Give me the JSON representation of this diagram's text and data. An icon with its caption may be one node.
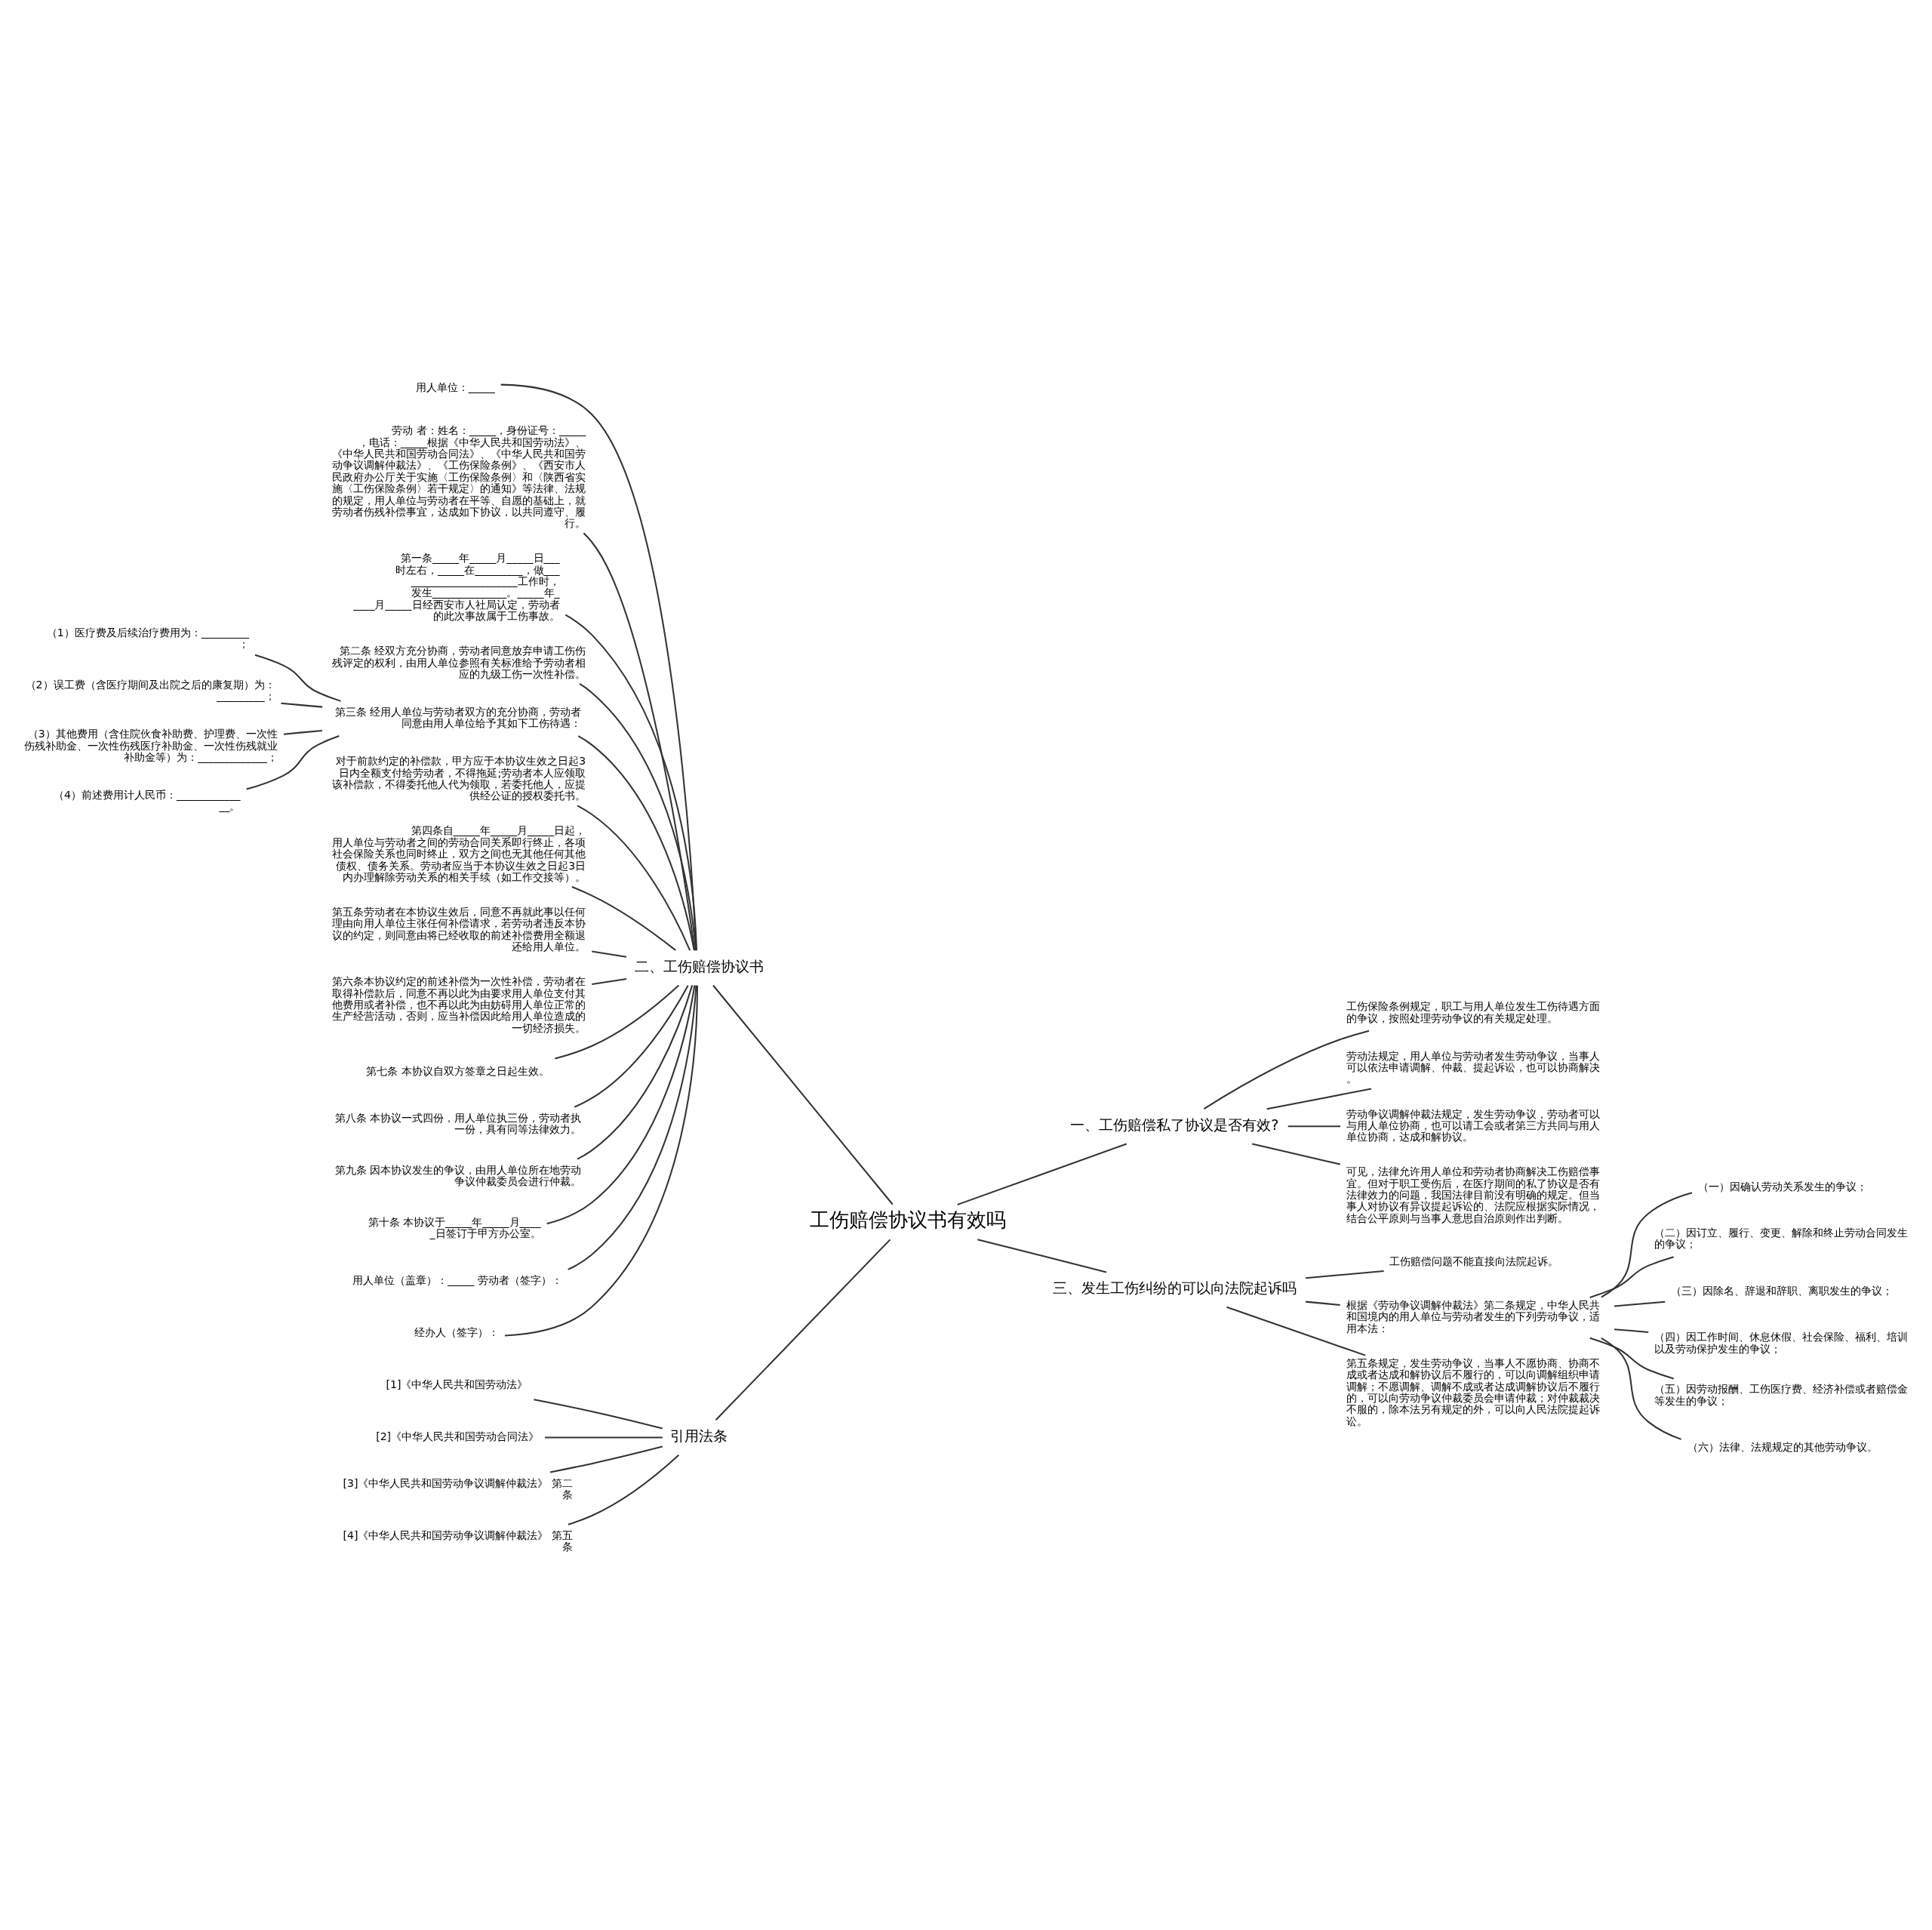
{
  "diagram": {
    "nodes": [
      {
        "text": [
          "工伤赔偿协议书有效吗"
        ]
      },
      {
        "text": [
          "二、工伤赔偿协议书"
        ]
      },
      {
        "text": [
          "用人单位：_____"
        ]
      },
      {
        "text": [
          "劳动 者：姓名：_____，身份证号：_____，电话：_____根据《中华人民共和国劳动法》、《中华人民共和国劳动合同法》、《中华人民共和国劳动争议调解仲裁法》、《工伤保险条例》、《西安市人民政府办公厅关于实施〈工伤保险条例〉和〈陕西省实施〈工伤保险条例〉若干规定〉的通知》等法律、法规的规定，用人单位与劳动者在平等、自愿的基础上，就劳动者伤残补偿事宜，达成如下协议，以共同遵守、履行。"
        ]
      },
      {
        "text": [
          "第一条_____年_____月_____日___时左右，_____在_________，做_______________________工作时，发生______________。_____年_____月_____日经西安市人社局认定，劳动者的此次事故属于工伤事故。"
        ]
      },
      {
        "text": [
          "第二条 经双方充分协商，劳动者同意放弃申请工伤伤残评定的权利，由用人单位参照有关标准给予劳动者相应的九级工伤一次性补偿。"
        ]
      },
      {
        "text": [
          "第三条 经用人单位与劳动者双方的充分协商，劳动者同意由用人单位给予其如下工伤待遇："
        ]
      },
      {
        "text": [
          "（1）医疗费及后续治疗费用为：_________；"
        ]
      },
      {
        "text": [
          "（2）误工费（含医疗期间及出院之后的康复期）为：_________；"
        ]
      },
      {
        "text": [
          "（3）其他费用（含住院伙食补助费、护理费、一次性伤残补助金、一次性伤残医疗补助金、一次性伤残就业补助金等）为：_____________；"
        ]
      },
      {
        "text": [
          "（4）前述费用计人民币：______________。"
        ]
      },
      {
        "text": [
          "对于前款约定的补偿款，甲方应于本协议生效之日起3日内全额支付给劳动者，不得拖延;劳动者本人应领取该补偿款，不得委托他人代为领取，若委托他人，应提供经公证的授权委托书。"
        ]
      },
      {
        "text": [
          "第四条自_____年_____月_____日起，用人单位与劳动者之间的劳动合同关系即行终止，各项社会保险关系也同时终止，双方之间也无其他任何其他债权、债务关系。劳动者应当于本协议生效之日起3日内办理解除劳动关系的相关手续（如工作交接等）。"
        ]
      },
      {
        "text": [
          "第五条劳动者在本协议生效后，同意不再就此事以任何理由向用人单位主张任何补偿请求，若劳动者违反本协议的约定，则同意由将已经收取的前述补偿费用全额退还给用人单位。"
        ]
      },
      {
        "text": [
          "第六条本协议约定的前述补偿为一次性补偿，劳动者在取得补偿款后，同意不再以此为由要求用人单位支付其他费用或者补偿，也不再以此为由妨碍用人单位正常的生产经营活动，否则，应当补偿因此给用人单位造成的一切经济损失。"
        ]
      },
      {
        "text": [
          "第七条 本协议自双方签章之日起生效。"
        ]
      },
      {
        "text": [
          "第八条 本协议一式四份，用人单位执三份，劳动者执一份，具有同等法律效力。"
        ]
      },
      {
        "text": [
          "第九条 因本协议发生的争议，由用人单位所在地劳动争议仲裁委员会进行仲裁。"
        ]
      },
      {
        "text": [
          "第十条 本协议于_____年_____月_____日签订于甲方办公室。"
        ]
      },
      {
        "text": [
          "用人单位（盖章）：_____ 劳动者（签字）："
        ]
      },
      {
        "text": [
          "经办人（签字）："
        ]
      },
      {
        "text": [
          "引用法条"
        ]
      },
      {
        "text": [
          "[1]《中华人民共和国劳动法》"
        ]
      },
      {
        "text": [
          "[2]《中华人民共和国劳动合同法》"
        ]
      },
      {
        "text": [
          "[3]《中华人民共和国劳动争议调解仲裁法》 第二条"
        ]
      },
      {
        "text": [
          "[4]《中华人民共和国劳动争议调解仲裁法》 第五条"
        ]
      },
      {
        "text": [
          "一、工伤赔偿私了协议是否有效?"
        ]
      },
      {
        "text": [
          "工伤保险条例规定，职工与用人单位发生工伤待遇方面的争议，按照处理劳动争议的有关规定处理。"
        ]
      },
      {
        "text": [
          "劳动法规定，用人单位与劳动者发生劳动争议，当事人可以依法申请调解、仲裁、提起诉讼，也可以协商解决。"
        ]
      },
      {
        "text": [
          "劳动争议调解仲裁法规定，发生劳动争议，劳动者可以与用人单位协商，也可以请工会或者第三方共同与用人单位协商，达成和解协议。"
        ]
      },
      {
        "text": [
          "可见，法律允许用人单位和劳动者协商解决工伤赔偿事宜。但对于职工受伤后，在医疗期间的私了协议是否有法律效力的问题，我国法律目前没有明确的规定。但当事人对协议有异议提起诉讼的、法院应根据实际情况，结合公平原则与当事人意思自治原则作出判断。"
        ]
      },
      {
        "text": [
          "三、发生工伤纠纷的可以向法院起诉吗"
        ]
      },
      {
        "text": [
          "工伤赔偿问题不能直接向法院起诉。"
        ]
      },
      {
        "text": [
          "根据《劳动争议调解仲裁法》第二条规定，中华人民共和国境内的用人单位与劳动者发生的下列劳动争议，适用本法："
        ]
      },
      {
        "text": [
          "（一）因确认劳动关系发生的争议；"
        ]
      },
      {
        "text": [
          "（二）因订立、履行、变更、解除和终止劳动合同发生的争议；"
        ]
      },
      {
        "text": [
          "（三）因除名、辞退和辞职、离职发生的争议；"
        ]
      },
      {
        "text": [
          "（四）因工作时间、休息休假、社会保险、福利、培训以及劳动保护发生的争议；"
        ]
      },
      {
        "text": [
          "（五）因劳动报酬、工伤医疗费、经济补偿或者赔偿金等发生的争议；"
        ]
      },
      {
        "text": [
          "（六）法律、法规规定的其他劳动争议。"
        ]
      },
      {
        "text": [
          "第五条规定，发生劳动争议，当事人不愿协商、协商不成或者达成和解协议后不履行的，可以向调解组织申请调解；不愿调解、调解不成或者达成调解协议后不履行的，可以向劳动争议仲裁委员会申请仲裁；对仲裁裁决不服的，除本法另有规定的外，可以向人民法院提起诉讼。"
        ]
      }
    ],
    "edges": [
      {
        "from": 0,
        "to": 1,
        "arrow": "none"
      },
      {
        "from": 1,
        "to": 2,
        "arrow": "none"
      },
      {
        "from": 1,
        "to": 3,
        "arrow": "none"
      },
      {
        "from": 1,
        "to": 4,
        "arrow": "none"
      },
      {
        "from": 1,
        "to": 5,
        "arrow": "none"
      },
      {
        "from": 1,
        "to": 6,
        "arrow": "none"
      },
      {
        "from": 6,
        "to": 7,
        "arrow": "none"
      },
      {
        "from": 6,
        "to": 8,
        "arrow": "none"
      },
      {
        "from": 6,
        "to": 9,
        "arrow": "none"
      },
      {
        "from": 6,
        "to": 10,
        "arrow": "none"
      },
      {
        "from": 1,
        "to": 11,
        "arrow": "none"
      },
      {
        "from": 1,
        "to": 12,
        "arrow": "none"
      },
      {
        "from": 1,
        "to": 13,
        "arrow": "none"
      },
      {
        "from": 1,
        "to": 14,
        "arrow": "none"
      },
      {
        "from": 1,
        "to": 15,
        "arrow": "none"
      },
      {
        "from": 1,
        "to": 16,
        "arrow": "none"
      },
      {
        "from": 1,
        "to": 17,
        "arrow": "none"
      },
      {
        "from": 1,
        "to": 18,
        "arrow": "none"
      },
      {
        "from": 1,
        "to": 19,
        "arrow": "none"
      },
      {
        "from": 1,
        "to": 20,
        "arrow": "none"
      },
      {
        "from": 0,
        "to": 21,
        "arrow": "none"
      },
      {
        "from": 21,
        "to": 22,
        "arrow": "none"
      },
      {
        "from": 21,
        "to": 23,
        "arrow": "none"
      },
      {
        "from": 21,
        "to": 24,
        "arrow": "none"
      },
      {
        "from": 21,
        "to": 25,
        "arrow": "none"
      },
      {
        "from": 0,
        "to": 26,
        "arrow": "none"
      },
      {
        "from": 26,
        "to": 27,
        "arrow": "none"
      },
      {
        "from": 26,
        "to": 28,
        "arrow": "none"
      },
      {
        "from": 26,
        "to": 29,
        "arrow": "none"
      },
      {
        "from": 26,
        "to": 30,
        "arrow": "none"
      },
      {
        "from": 0,
        "to": 31,
        "arrow": "none"
      },
      {
        "from": 31,
        "to": 32,
        "arrow": "none"
      },
      {
        "from": 31,
        "to": 33,
        "arrow": "none"
      },
      {
        "from": 33,
        "to": 34,
        "arrow": "none"
      },
      {
        "from": 33,
        "to": 35,
        "arrow": "none"
      },
      {
        "from": 33,
        "to": 36,
        "arrow": "none"
      },
      {
        "from": 33,
        "to": 37,
        "arrow": "none"
      },
      {
        "from": 33,
        "to": 38,
        "arrow": "none"
      },
      {
        "from": 33,
        "to": 39,
        "arrow": "none"
      },
      {
        "from": 31,
        "to": 40,
        "arrow": "none"
      }
    ]
  }
}
